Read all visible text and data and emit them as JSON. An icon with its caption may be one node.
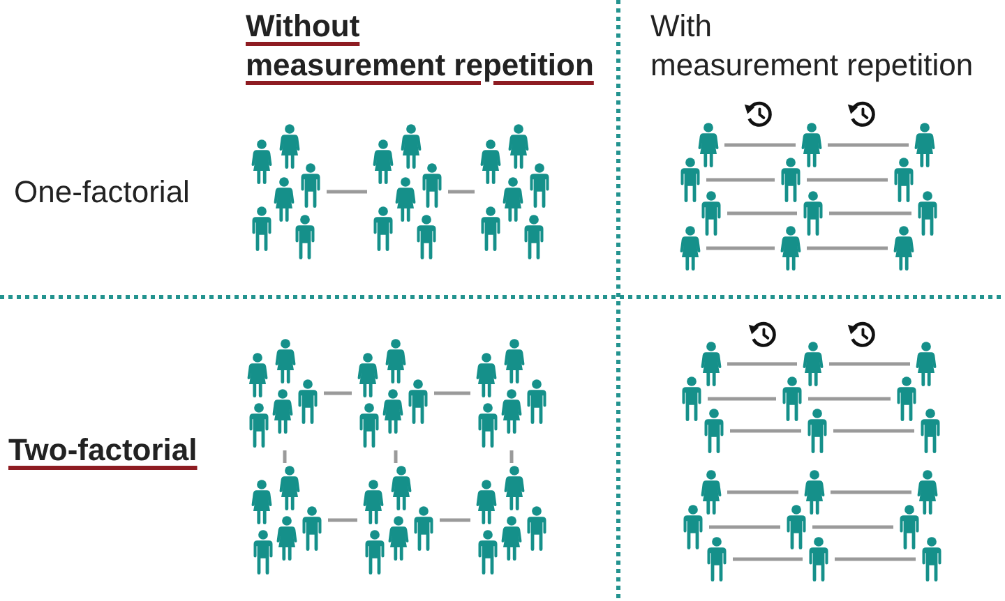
{
  "diagram": {
    "nodes": [
      {
        "text": [],
        "shape": "crowd"
      },
      {
        "text": [],
        "shape": "crowd"
      },
      {
        "text": [],
        "shape": "crowd"
      },
      {
        "text": [],
        "shape": "person"
      },
      {
        "text": [],
        "shape": "person"
      },
      {
        "text": [],
        "shape": "person"
      },
      {
        "text": [],
        "shape": "person"
      },
      {
        "text": [],
        "shape": "person"
      },
      {
        "text": [],
        "shape": "person"
      },
      {
        "text": [],
        "shape": "person"
      },
      {
        "text": [],
        "shape": "person"
      },
      {
        "text": [],
        "shape": "person"
      },
      {
        "text": [],
        "shape": "person"
      },
      {
        "text": [],
        "shape": "person"
      },
      {
        "text": [],
        "shape": "person"
      },
      {
        "text": [],
        "shape": "crowd"
      },
      {
        "text": [],
        "shape": "crowd"
      },
      {
        "text": [],
        "shape": "crowd"
      },
      {
        "text": [],
        "shape": "crowd"
      },
      {
        "text": [],
        "shape": "crowd"
      },
      {
        "text": [],
        "shape": "crowd"
      },
      {
        "text": [],
        "shape": "person"
      },
      {
        "text": [],
        "shape": "person"
      },
      {
        "text": [],
        "shape": "person"
      },
      {
        "text": [],
        "shape": "person"
      },
      {
        "text": [],
        "shape": "person"
      },
      {
        "text": [],
        "shape": "person"
      },
      {
        "text": [],
        "shape": "person"
      },
      {
        "text": [],
        "shape": "person"
      },
      {
        "text": [],
        "shape": "person"
      },
      {
        "text": [],
        "shape": "person"
      },
      {
        "text": [],
        "shape": "person"
      },
      {
        "text": [],
        "shape": "person"
      },
      {
        "text": [],
        "shape": "person"
      },
      {
        "text": [],
        "shape": "person"
      },
      {
        "text": [],
        "shape": "person"
      },
      {
        "text": [],
        "shape": "person"
      },
      {
        "text": [],
        "shape": "person"
      },
      {
        "text": [],
        "shape": "person"
      }
    ],
    "edges": [
      {
        "from": 0,
        "to": 1,
        "arrow": "none"
      },
      {
        "from": 1,
        "to": 2,
        "arrow": "none"
      },
      {
        "from": 3,
        "to": 4,
        "arrow": "none"
      },
      {
        "from": 4,
        "to": 5,
        "arrow": "none"
      },
      {
        "from": 6,
        "to": 7,
        "arrow": "none"
      },
      {
        "from": 7,
        "to": 8,
        "arrow": "none"
      },
      {
        "from": 9,
        "to": 10,
        "arrow": "none"
      },
      {
        "from": 10,
        "to": 11,
        "arrow": "none"
      },
      {
        "from": 12,
        "to": 13,
        "arrow": "none"
      },
      {
        "from": 13,
        "to": 14,
        "arrow": "none"
      },
      {
        "from": 15,
        "to": 16,
        "arrow": "none"
      },
      {
        "from": 16,
        "to": 17,
        "arrow": "none"
      },
      {
        "from": 15,
        "to": 18,
        "arrow": "none"
      },
      {
        "from": 16,
        "to": 19,
        "arrow": "none"
      },
      {
        "from": 17,
        "to": 20,
        "arrow": "none"
      },
      {
        "from": 18,
        "to": 19,
        "arrow": "none"
      },
      {
        "from": 19,
        "to": 20,
        "arrow": "none"
      },
      {
        "from": 21,
        "to": 22,
        "arrow": "none"
      },
      {
        "from": 22,
        "to": 23,
        "arrow": "none"
      },
      {
        "from": 24,
        "to": 25,
        "arrow": "none"
      },
      {
        "from": 25,
        "to": 26,
        "arrow": "none"
      },
      {
        "from": 27,
        "to": 28,
        "arrow": "none"
      },
      {
        "from": 28,
        "to": 29,
        "arrow": "none"
      },
      {
        "from": 30,
        "to": 31,
        "arrow": "none"
      },
      {
        "from": 31,
        "to": 32,
        "arrow": "none"
      },
      {
        "from": 33,
        "to": 34,
        "arrow": "none"
      },
      {
        "from": 34,
        "to": 35,
        "arrow": "none"
      },
      {
        "from": 36,
        "to": 37,
        "arrow": "none"
      },
      {
        "from": 37,
        "to": 38,
        "arrow": "none"
      }
    ],
    "labels": [
      "Without measurement repetition",
      "With measurement repetition",
      "One-factorial",
      "Two-factorial"
    ]
  }
}
